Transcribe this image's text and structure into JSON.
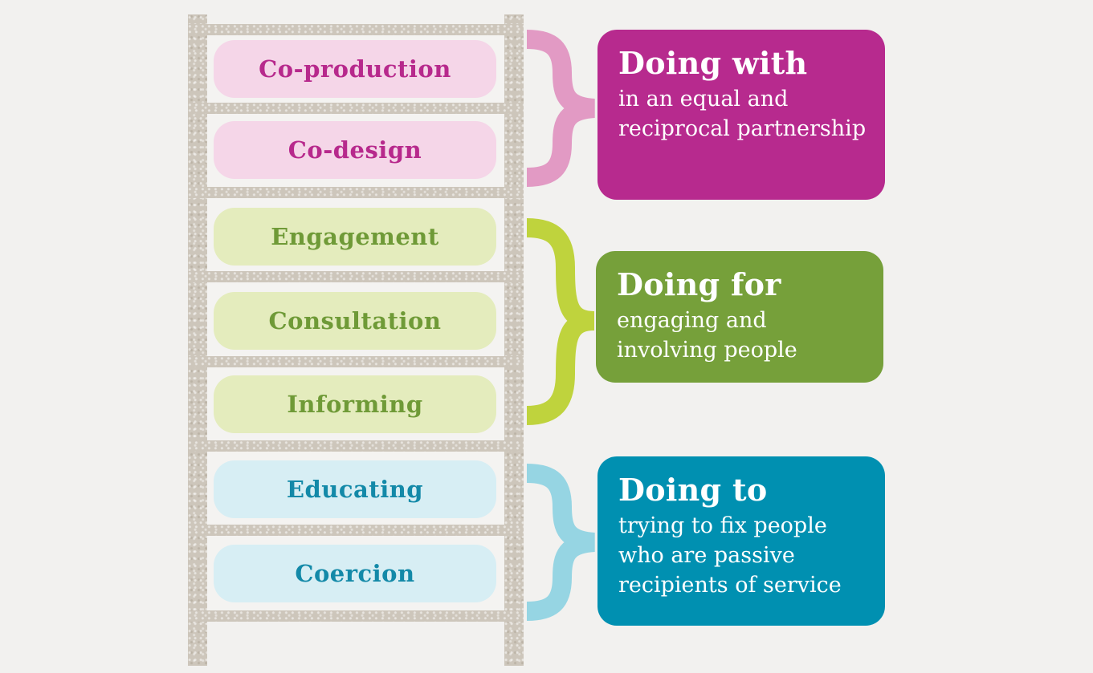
{
  "steps": [
    {
      "label": "Co-production",
      "fill": "#f5d6e8",
      "text": "#b7298c"
    },
    {
      "label": "Co-design",
      "fill": "#f5d6e8",
      "text": "#b7298c"
    },
    {
      "label": "Engagement",
      "fill": "#e4ecbd",
      "text": "#6f9a37"
    },
    {
      "label": "Consultation",
      "fill": "#e4ecbd",
      "text": "#6f9a37"
    },
    {
      "label": "Informing",
      "fill": "#e4ecbd",
      "text": "#6f9a37"
    },
    {
      "label": "Educating",
      "fill": "#d7eef4",
      "text": "#1389a8"
    },
    {
      "label": "Coercion",
      "fill": "#d7eef4",
      "text": "#1389a8"
    }
  ],
  "groups": [
    {
      "title": "Doing with",
      "description": "in an equal and reciprocal partnership",
      "box_color": "#b72a8e",
      "brace_color": "#e29ac4"
    },
    {
      "title": "Doing for",
      "description": "engaging and involving people",
      "box_color": "#76a03a",
      "brace_color": "#bfd33d"
    },
    {
      "title": "Doing to",
      "description": "trying to fix people who are passive recipients of service",
      "box_color": "#0090b1",
      "brace_color": "#96d5e3"
    }
  ]
}
